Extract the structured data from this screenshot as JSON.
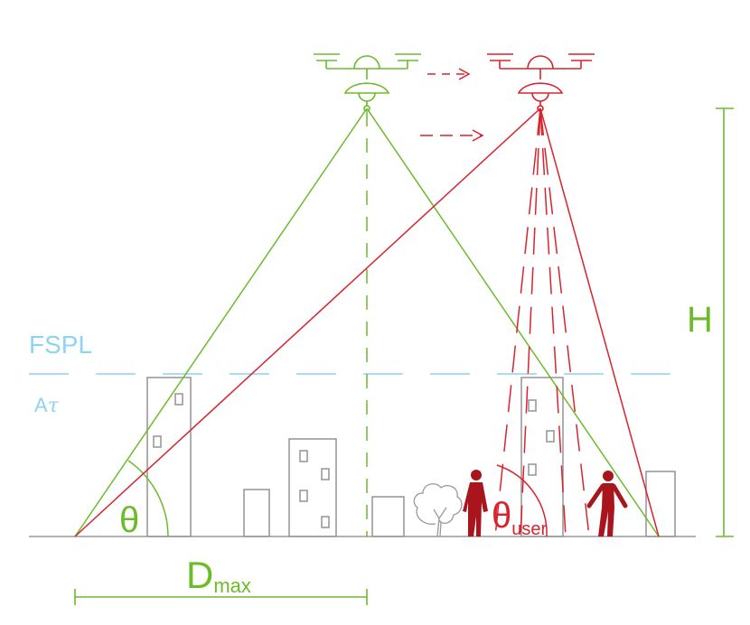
{
  "colors": {
    "green": "#6cbb2b",
    "red": "#d9232e",
    "dark_red": "#a8151c",
    "blue": "#8fd3f2",
    "gray": "#9a9a9a"
  },
  "labels": {
    "fspl": "FSPL",
    "a_letter": "A",
    "a_tau": "τ",
    "height": "H",
    "theta": "θ",
    "theta_user": "θ",
    "theta_user_sub": "user",
    "dmax": "D",
    "dmax_sub": "max"
  },
  "icons": {
    "uav_green": "drone-icon",
    "uav_red": "drone-icon",
    "tree": "tree-icon",
    "person": "person-icon"
  }
}
